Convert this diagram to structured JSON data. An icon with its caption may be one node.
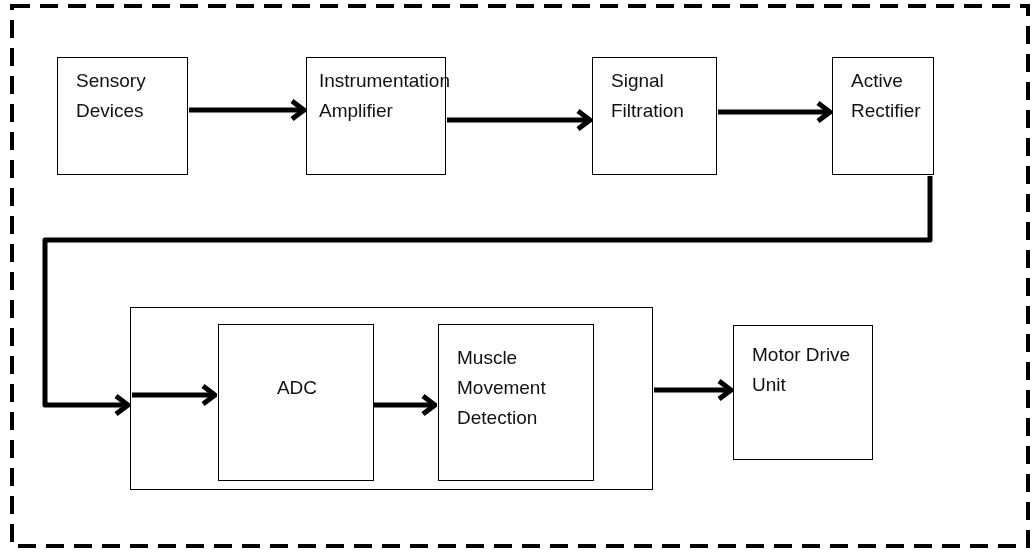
{
  "diagram": {
    "nodes": [
      {
        "text": [
          "Sensory Devices"
        ]
      },
      {
        "text": [
          "Instrumentation Amplifier"
        ]
      },
      {
        "text": [
          "Signal Filtration"
        ]
      },
      {
        "text": [
          "Active Rectifier"
        ]
      },
      {
        "text": [],
        "shape": "box"
      },
      {
        "text": [
          "ADC"
        ],
        "in": 4
      },
      {
        "text": [
          "Muscle Movement Detection"
        ],
        "in": 4
      },
      {
        "text": [
          "Motor Drive Unit"
        ]
      }
    ],
    "edges": [
      {
        "from": 0,
        "to": 1,
        "arrow": "to"
      },
      {
        "from": 1,
        "to": 2,
        "arrow": "to"
      },
      {
        "from": 2,
        "to": 3,
        "arrow": "to"
      },
      {
        "from": 3,
        "to": 4,
        "arrow": "to"
      },
      {
        "from": 4,
        "to": 5,
        "arrow": "to"
      },
      {
        "from": 5,
        "to": 6,
        "arrow": "to"
      },
      {
        "from": 4,
        "to": 7,
        "arrow": "to"
      }
    ]
  }
}
